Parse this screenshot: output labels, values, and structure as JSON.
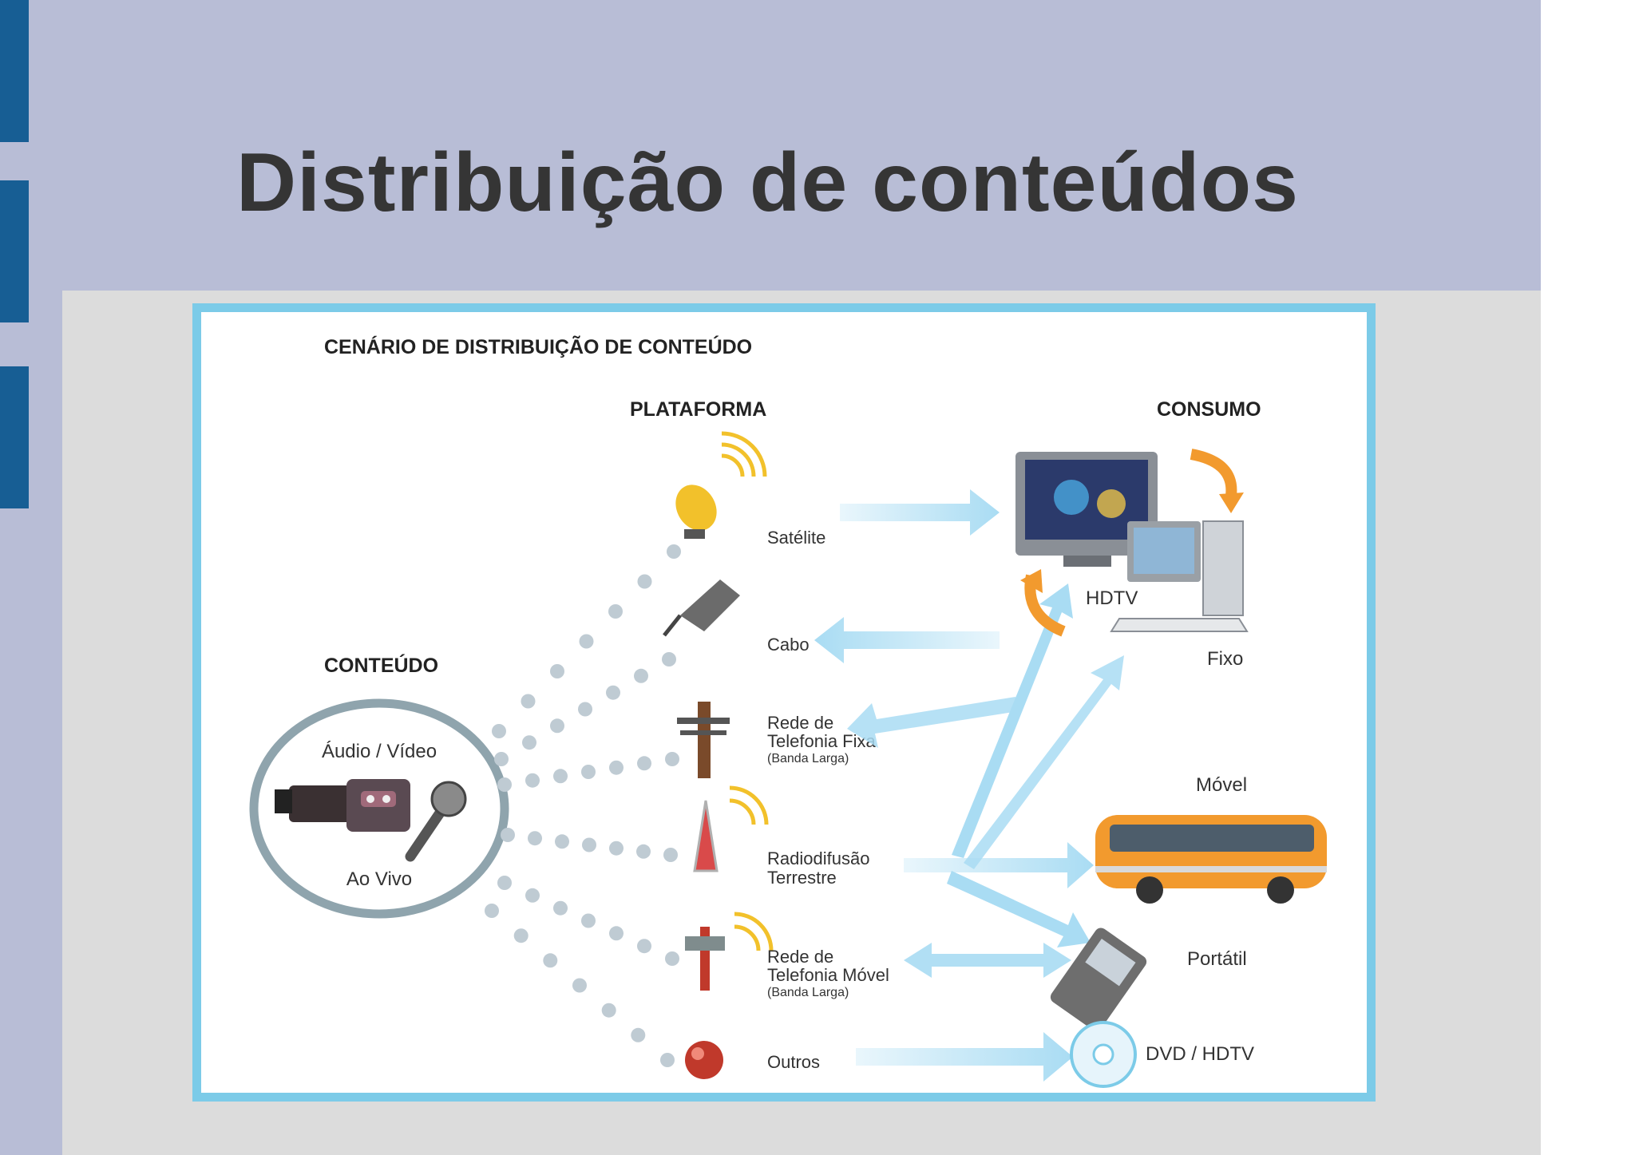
{
  "slide": {
    "title": "Distribuição de conteúdos"
  },
  "diagram": {
    "heading": "CENÁRIO DE DISTRIBUIÇÃO DE CONTEÚDO",
    "columns": {
      "platform": "PLATAFORMA",
      "consumption": "CONSUMO",
      "content": "CONTEÚDO"
    },
    "source": {
      "top": "Áudio / Vídeo",
      "bottom": "Ao Vivo"
    },
    "platforms": {
      "satellite": "Satélite",
      "cable": "Cabo",
      "fixed_line": [
        "Rede de",
        "Telefonia Fixa",
        "(Banda Larga)"
      ],
      "terrestrial": [
        "Radiodifusão",
        "Terrestre"
      ],
      "mobile_net": [
        "Rede de",
        "Telefonia Móvel",
        "(Banda Larga)"
      ],
      "others": "Outros"
    },
    "consumption": {
      "hdtv": "HDTV",
      "fixed": "Fixo",
      "mobile": "Móvel",
      "portable": "Portátil",
      "dvd": "DVD / HDTV"
    },
    "colors": {
      "frame": "#7ccbe8",
      "arrow": "#a9dcf3",
      "dots": "#bfcbd3",
      "ring": "#8fa4ad",
      "orange": "#f29a2e"
    }
  }
}
